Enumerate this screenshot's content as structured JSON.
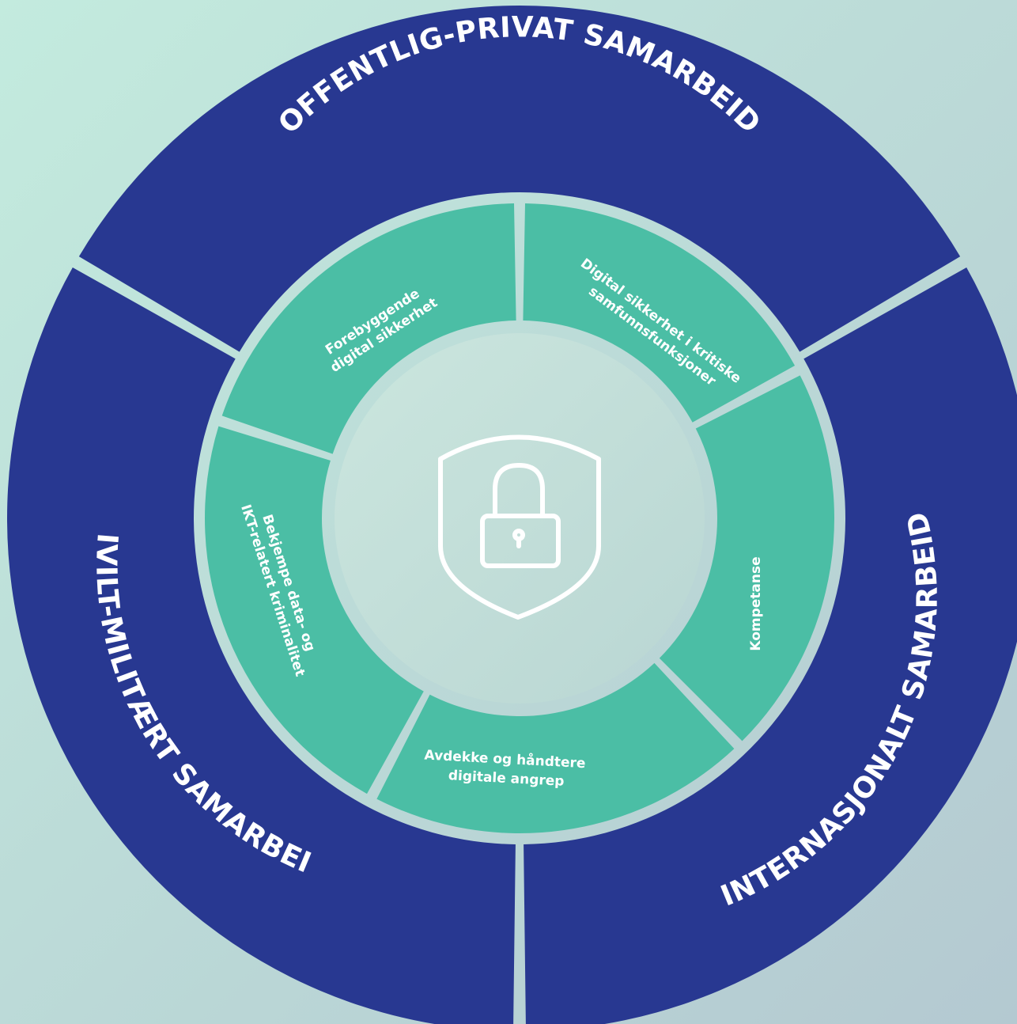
{
  "colors": {
    "background_start": "#c3ebde",
    "background_end": "#b4c9d1",
    "outer_ring": "#283891",
    "inner_ring": "#4bbea5",
    "center_start": "#cbe6de",
    "center_end": "#b9d6d3",
    "icon_stroke": "#ffffff"
  },
  "outer_segments": [
    {
      "label": "OFFENTLIG-PRIVAT SAMARBEID"
    },
    {
      "label": "INTERNASJONALT SAMARBEID"
    },
    {
      "label": "SIVILT-MILITÆRT SAMARBEID"
    }
  ],
  "inner_segments": [
    {
      "lines": [
        "Forebyggende",
        "digital sikkerhet"
      ]
    },
    {
      "lines": [
        "Digital sikkerhet i kritiske",
        "samfunnsfunksjoner"
      ]
    },
    {
      "lines": [
        "Kompetanse"
      ]
    },
    {
      "lines": [
        "Avdekke og håndtere",
        "digitale angrep"
      ]
    },
    {
      "lines": [
        "Bekjempe data- og",
        "IKT-relatert kriminalitet"
      ]
    }
  ],
  "center_icon": "shield-lock-icon"
}
